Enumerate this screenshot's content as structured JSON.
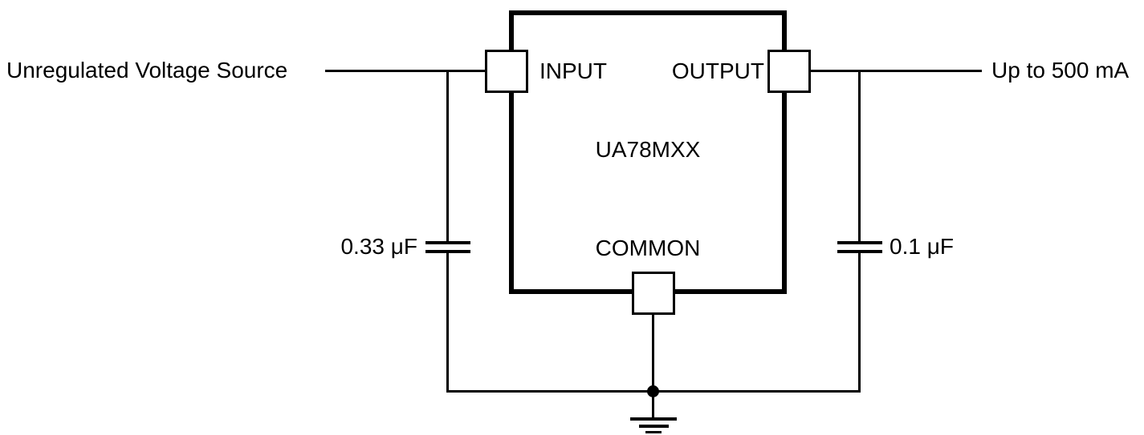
{
  "circuit": {
    "source_label": "Unregulated Voltage Source",
    "load_label": "Up to 500 mA",
    "regulator": {
      "part_number": "UA78MXX",
      "input_pin_label": "INPUT",
      "output_pin_label": "OUTPUT",
      "common_pin_label": "COMMON"
    },
    "input_capacitor_label": "0.33 μF",
    "output_capacitor_label": "0.1 μF",
    "colors": {
      "line": "#000000",
      "background": "#ffffff"
    }
  }
}
